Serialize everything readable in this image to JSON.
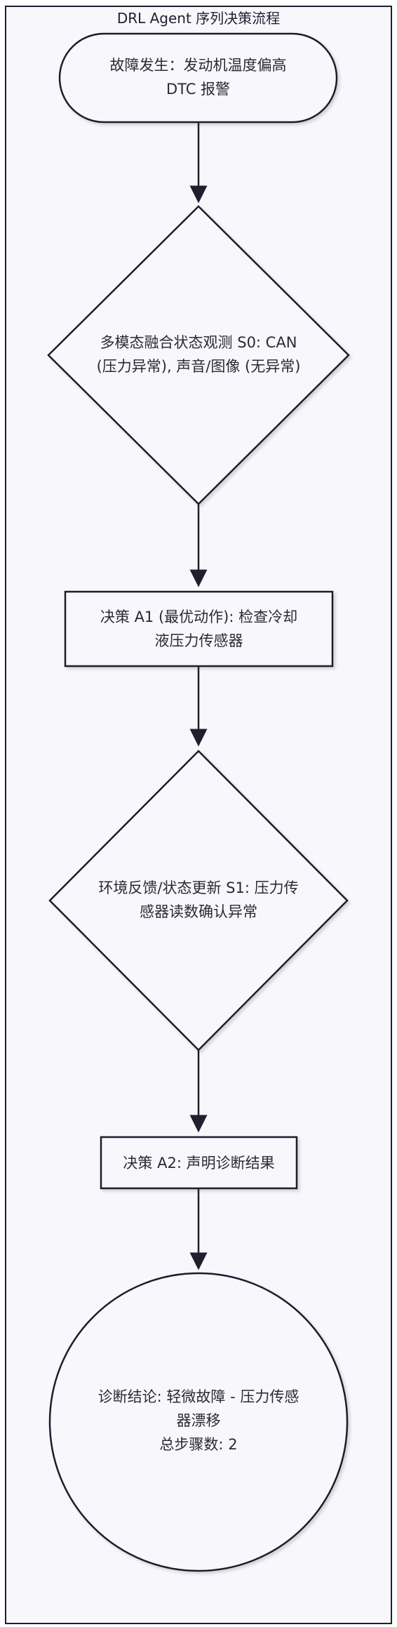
{
  "title": "DRL Agent 序列决策流程",
  "nodes": {
    "start": {
      "line1": "故障发生：发动机温度偏高",
      "line2": "DTC 报警"
    },
    "observe": {
      "line1": "多模态融合状态观测 S0: CAN",
      "line2": "(压力异常), 声音/图像 (无异常)"
    },
    "action1": {
      "line1": "决策 A1 (最优动作): 检查冷却",
      "line2": "液压力传感器"
    },
    "feedback": {
      "line1": "环境反馈/状态更新 S1: 压力传",
      "line2": "感器读数确认异常"
    },
    "action2": {
      "line1": "决策 A2: 声明诊断结果"
    },
    "result": {
      "line1": "诊断结论: 轻微故障 - 压力传感",
      "line2": "器漂移",
      "line3": "总步骤数: 2"
    }
  },
  "colors": {
    "stroke": "#1f1f2e",
    "fill": "#f7f7fc",
    "text": "#2a2a36"
  }
}
